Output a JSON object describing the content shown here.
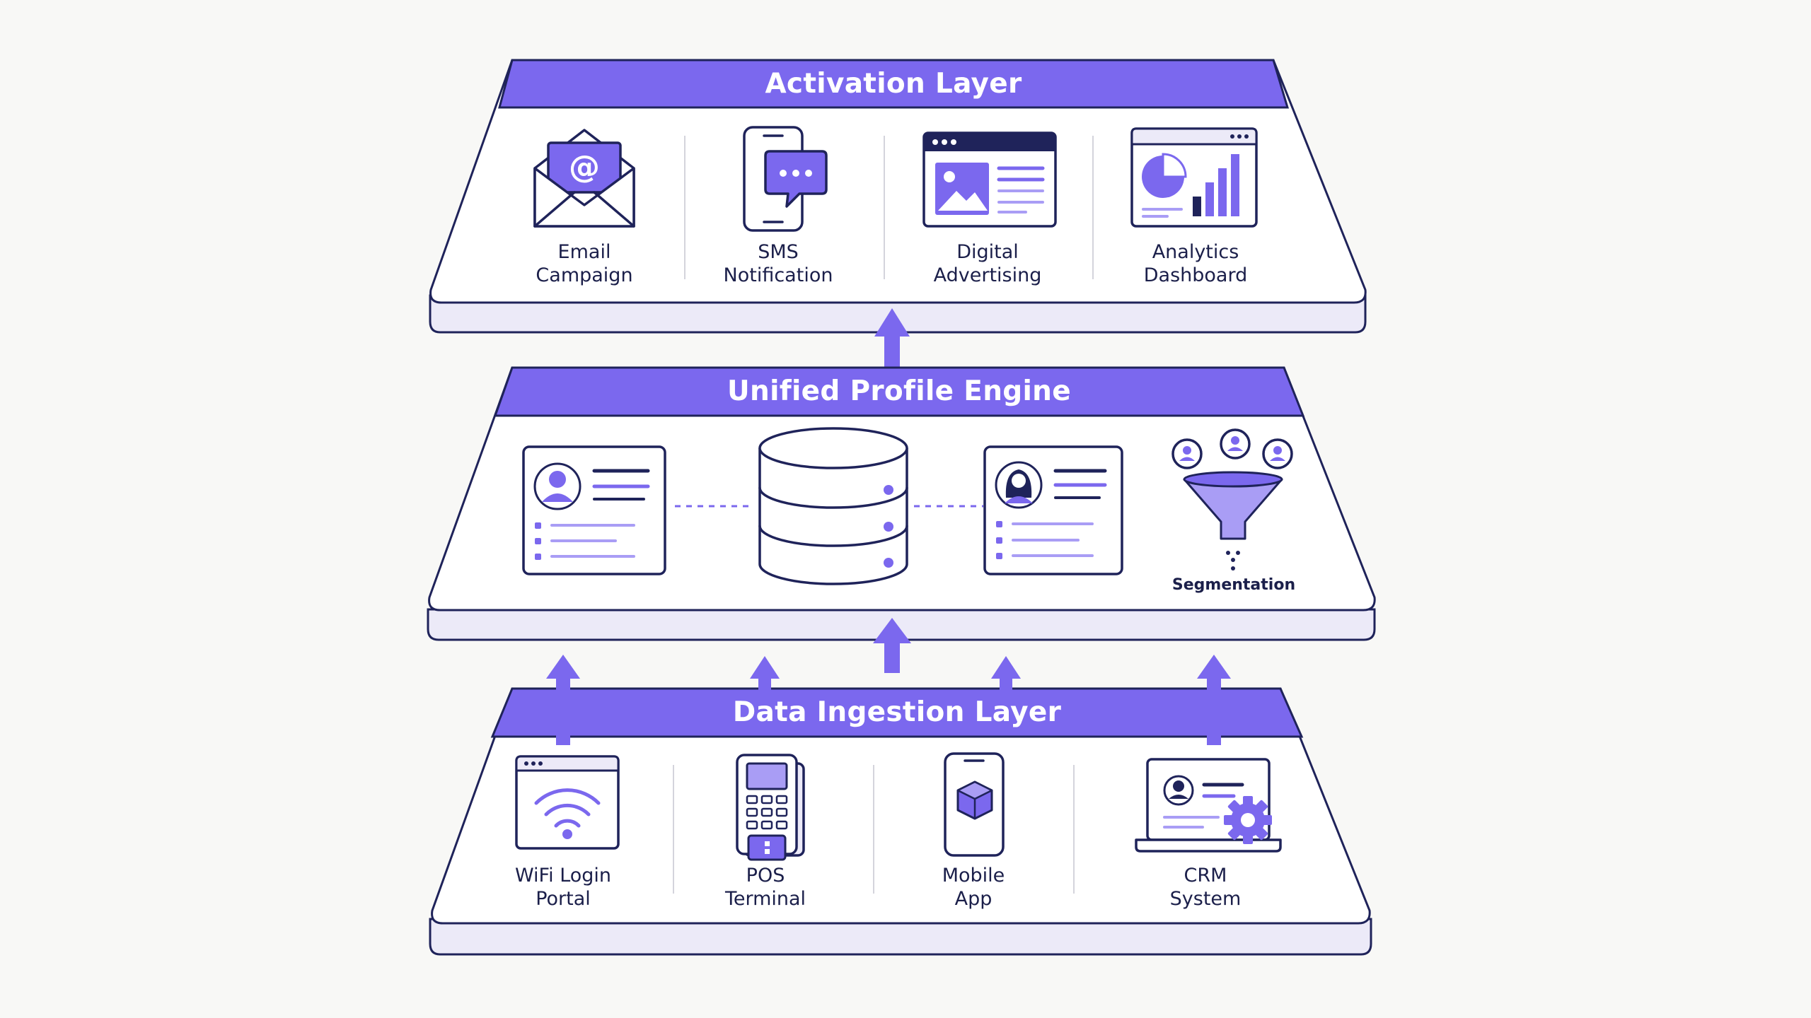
{
  "colors": {
    "accent": "#7b68ee",
    "accent_light": "#a99df5",
    "outline": "#1f235a",
    "panel": "#ffffff",
    "panel_edge": "#eceaf8",
    "background": "#f8f8f6"
  },
  "layers": {
    "activation": {
      "title": "Activation Layer",
      "items": [
        {
          "icon": "email-envelope-icon",
          "line1": "Email",
          "line2": "Campaign"
        },
        {
          "icon": "sms-phone-icon",
          "line1": "SMS",
          "line2": "Notification"
        },
        {
          "icon": "digital-ad-browser-icon",
          "line1": "Digital",
          "line2": "Advertising"
        },
        {
          "icon": "analytics-dashboard-icon",
          "line1": "Analytics",
          "line2": "Dashboard"
        }
      ]
    },
    "profile": {
      "title": "Unified Profile Engine",
      "items": [
        {
          "icon": "profile-card-male-icon"
        },
        {
          "icon": "database-icon"
        },
        {
          "icon": "profile-card-female-icon"
        },
        {
          "icon": "segmentation-funnel-icon",
          "label": "Segmentation"
        }
      ]
    },
    "ingestion": {
      "title": "Data Ingestion Layer",
      "items": [
        {
          "icon": "wifi-portal-icon",
          "line1": "WiFi Login",
          "line2": "Portal"
        },
        {
          "icon": "pos-terminal-icon",
          "line1": "POS",
          "line2": "Terminal"
        },
        {
          "icon": "mobile-app-icon",
          "line1": "Mobile",
          "line2": "App"
        },
        {
          "icon": "crm-system-icon",
          "line1": "CRM",
          "line2": "System"
        }
      ]
    }
  }
}
